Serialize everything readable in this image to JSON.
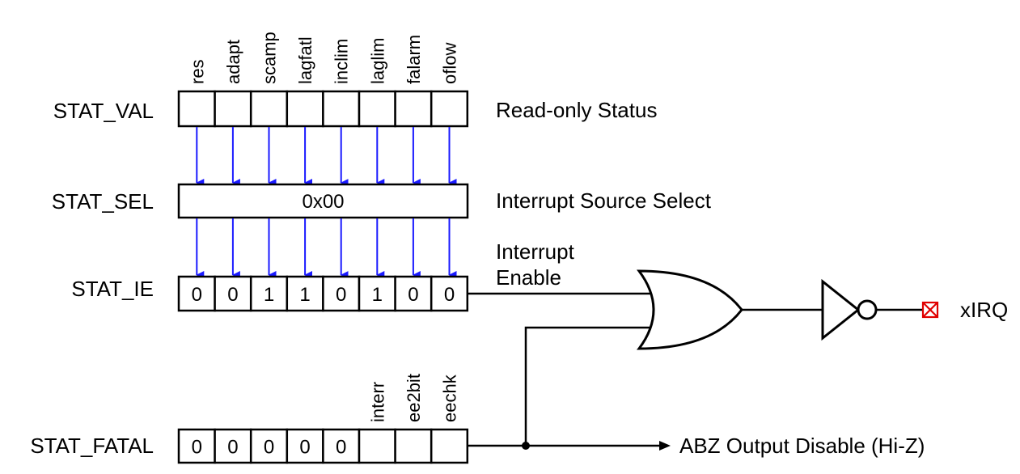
{
  "registers": {
    "stat_val": {
      "name": "STAT_VAL",
      "description": "Read-only Status",
      "bit_names": [
        "res",
        "adapt",
        "scamp",
        "lagfatl",
        "inclim",
        "laglim",
        "falarm",
        "oflow"
      ]
    },
    "stat_sel": {
      "name": "STAT_SEL",
      "value": "0x00",
      "description": "Interrupt Source Select"
    },
    "stat_ie": {
      "name": "STAT_IE",
      "bits": [
        "0",
        "0",
        "1",
        "1",
        "0",
        "1",
        "0",
        "0"
      ],
      "description_line1": "Interrupt",
      "description_line2": "Enable"
    },
    "stat_fatal": {
      "name": "STAT_FATAL",
      "bits": [
        "0",
        "0",
        "0",
        "0",
        "0",
        "",
        "",
        ""
      ],
      "bit_names": [
        "",
        "",
        "",
        "",
        "",
        "interr",
        "ee2bit",
        "eechk"
      ]
    }
  },
  "outputs": {
    "irq_label": "xIRQ",
    "abz_label": "ABZ Output Disable (Hi-Z)"
  },
  "colors": {
    "arrow": "#1a1aff",
    "pin": "#e00000",
    "line": "#000000"
  }
}
